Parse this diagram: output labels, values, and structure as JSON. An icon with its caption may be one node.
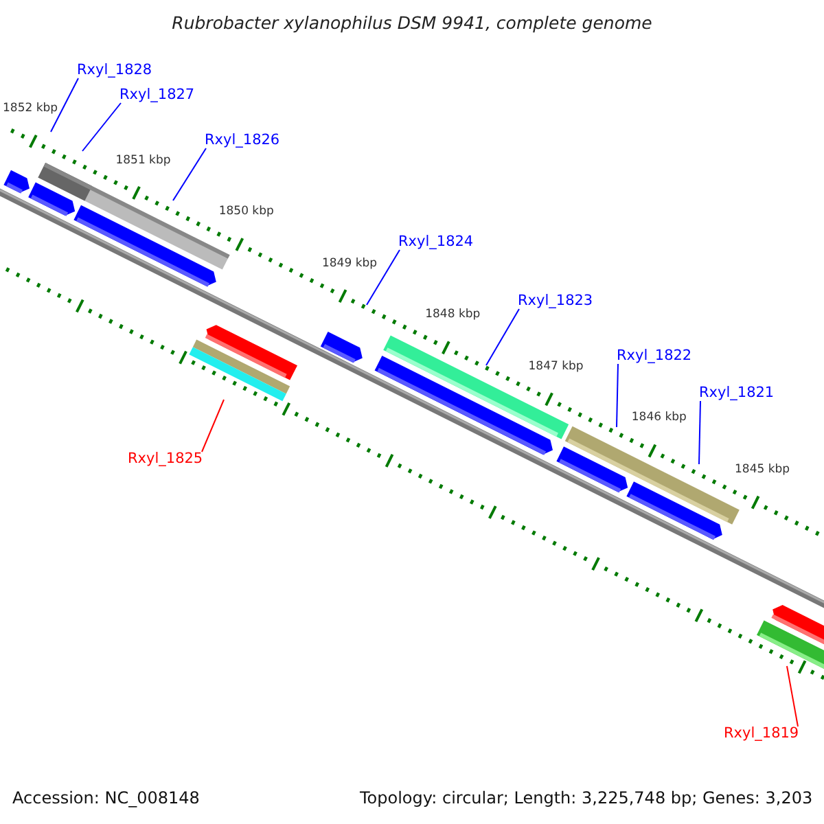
{
  "diagram": {
    "title": "Rubrobacter xylanophilus DSM 9941, complete genome",
    "nodes": [
      {
        "text": [
          "Rxyl_1828"
        ]
      },
      {
        "text": [
          "Rxyl_1827"
        ]
      },
      {
        "text": [
          "Rxyl_1826"
        ]
      },
      {
        "text": [
          "Rxyl_1824"
        ]
      },
      {
        "text": [
          "Rxyl_1823"
        ]
      },
      {
        "text": [
          "Rxyl_1822"
        ]
      },
      {
        "text": [
          "Rxyl_1821"
        ]
      },
      {
        "text": [
          "Rxyl_1825"
        ]
      },
      {
        "text": [
          "Rxyl_1819"
        ]
      }
    ],
    "edges": [
      {
        "from": 0,
        "to": null,
        "arrow": "none"
      },
      {
        "from": 1,
        "to": null,
        "arrow": "none"
      },
      {
        "from": 2,
        "to": null,
        "arrow": "none"
      },
      {
        "from": 3,
        "to": null,
        "arrow": "none"
      },
      {
        "from": 4,
        "to": null,
        "arrow": "none"
      },
      {
        "from": 5,
        "to": null,
        "arrow": "none"
      },
      {
        "from": 6,
        "to": null,
        "arrow": "none"
      },
      {
        "from": 7,
        "to": null,
        "arrow": "none",
        "color": "#ff0000"
      },
      {
        "from": 8,
        "to": null,
        "arrow": "none",
        "color": "#ff0000"
      }
    ],
    "labels": [
      "1852 kbp",
      "1851 kbp",
      "1850 kbp",
      "1849 kbp",
      "1848 kbp",
      "1847 kbp",
      "1846 kbp",
      "1845 kbp",
      "Accession: NC_008148",
      "Topology: circular; Length: 3,225,748 bp; Genes: 3,203"
    ]
  }
}
